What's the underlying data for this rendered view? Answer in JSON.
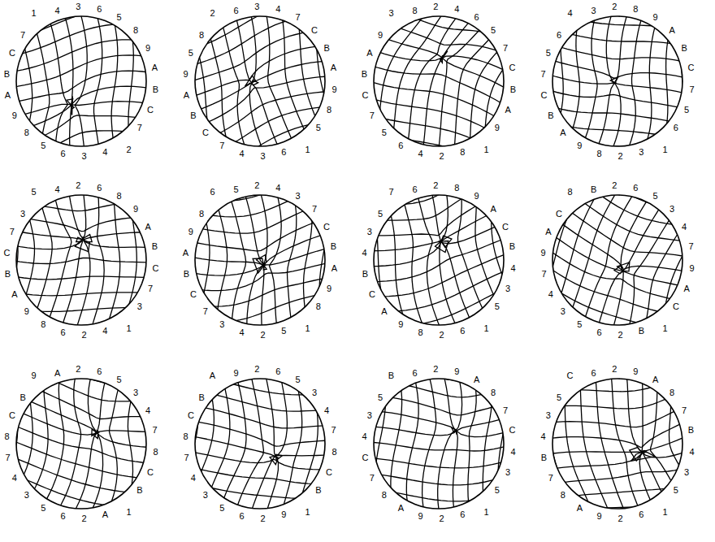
{
  "diagram": {
    "labels": [
      "1",
      "4",
      "3",
      "6",
      "5",
      "8",
      "9",
      "A",
      "B",
      "C",
      "7",
      "2",
      "4",
      "3",
      "6",
      "5",
      "8",
      "9",
      "A",
      "B",
      "C",
      "7",
      "2",
      "6",
      "3",
      "4",
      "7",
      "C",
      "B",
      "A",
      "9",
      "8",
      "5",
      "1",
      "6",
      "3",
      "4",
      "7",
      "C",
      "B",
      "A",
      "9",
      "5",
      "8",
      "3",
      "8",
      "2",
      "4",
      "6",
      "5",
      "7",
      "C",
      "B",
      "A",
      "9",
      "1",
      "8",
      "2",
      "4",
      "6",
      "5",
      "7",
      "C",
      "B",
      "A",
      "9",
      "4",
      "3",
      "2",
      "8",
      "9",
      "A",
      "B",
      "C",
      "7",
      "5",
      "6",
      "1",
      "3",
      "2",
      "8",
      "9",
      "A",
      "B",
      "C",
      "7",
      "5",
      "6",
      "5",
      "4",
      "2",
      "6",
      "8",
      "9",
      "A",
      "B",
      "C",
      "7",
      "3",
      "1",
      "4",
      "2",
      "6",
      "8",
      "9",
      "A",
      "B",
      "C",
      "7",
      "3",
      "6",
      "5",
      "2",
      "4",
      "3",
      "7",
      "C",
      "B",
      "A",
      "9",
      "8",
      "1",
      "5",
      "2",
      "4",
      "3",
      "7",
      "C",
      "B",
      "A",
      "9",
      "8",
      "7",
      "6",
      "2",
      "8",
      "9",
      "A",
      "C",
      "B",
      "4",
      "3",
      "5",
      "1",
      "6",
      "2",
      "8",
      "9",
      "A",
      "C",
      "B",
      "4",
      "3",
      "5",
      "8",
      "B",
      "2",
      "6",
      "5",
      "3",
      "4",
      "7",
      "9",
      "A",
      "C",
      "1",
      "B",
      "2",
      "6",
      "5",
      "3",
      "4",
      "7",
      "9",
      "A",
      "C",
      "9",
      "A",
      "2",
      "6",
      "5",
      "3",
      "4",
      "7",
      "8",
      "C",
      "B",
      "1",
      "A",
      "2",
      "6",
      "5",
      "3",
      "4",
      "7",
      "8",
      "C",
      "B",
      "A",
      "9",
      "2",
      "6",
      "5",
      "3",
      "4",
      "7",
      "8",
      "C",
      "B",
      "1",
      "9",
      "2",
      "6",
      "5",
      "3",
      "4",
      "7",
      "8",
      "C",
      "B",
      "B",
      "6",
      "2",
      "9",
      "A",
      "8",
      "7",
      "C",
      "4",
      "3",
      "5",
      "1",
      "6",
      "2",
      "9",
      "A",
      "8",
      "7",
      "C",
      "4",
      "3",
      "5",
      "C",
      "6",
      "2",
      "9",
      "A",
      "8",
      "7",
      "B",
      "4",
      "3",
      "5",
      "1",
      "6",
      "2",
      "9",
      "A",
      "8",
      "7",
      "B",
      "4",
      "3",
      "5"
    ]
  }
}
